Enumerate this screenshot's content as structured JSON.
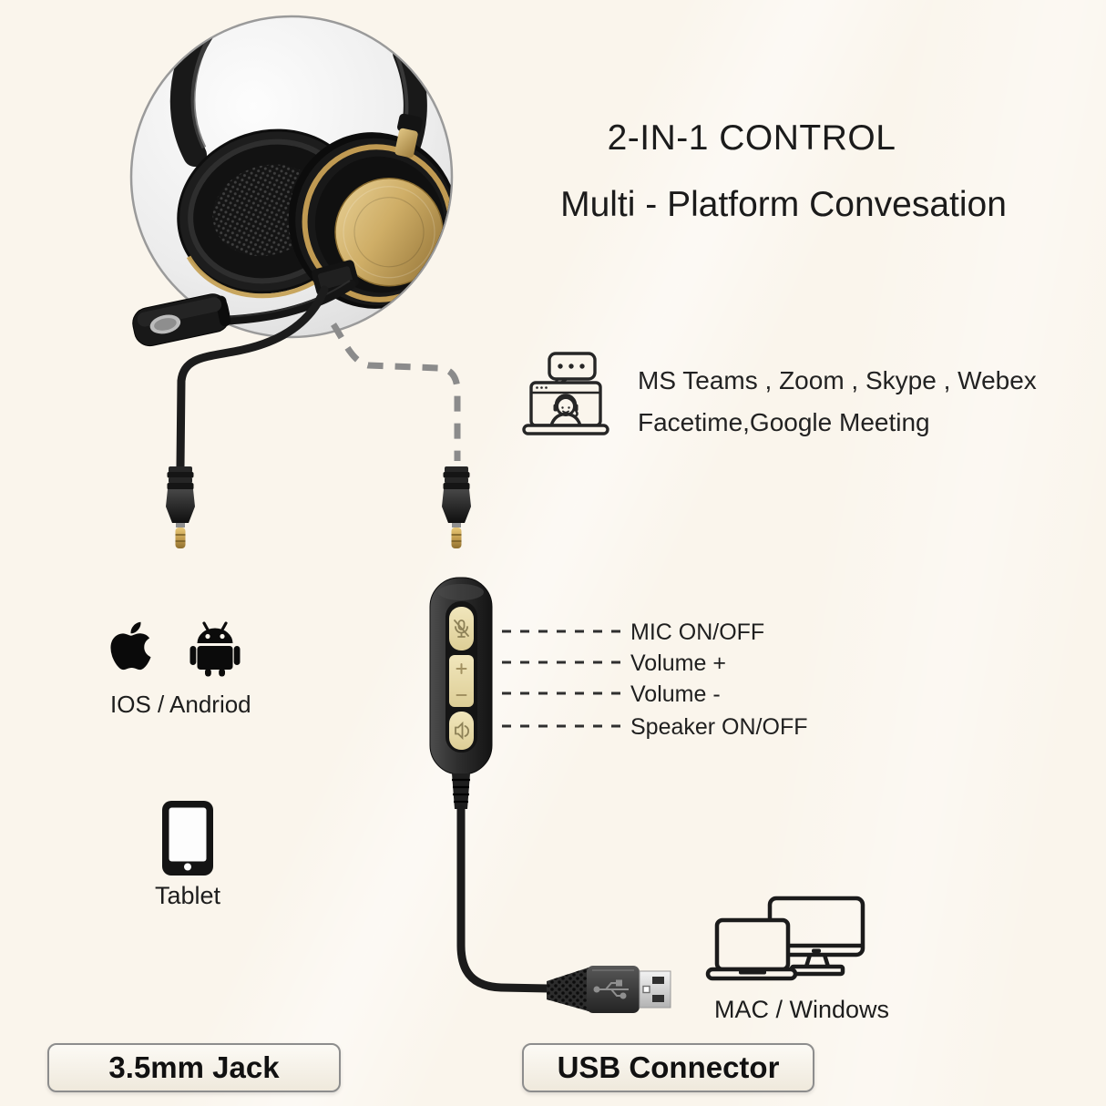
{
  "header": {
    "title": "2-IN-1 CONTROL",
    "subtitle": "Multi - Platform Convesation"
  },
  "platforms": {
    "line1": "MS Teams , Zoom , Skype , Webex",
    "line2": "Facetime,Google Meeting",
    "icon": "video-call-laptop-icon"
  },
  "remote_callouts": {
    "mic": "MIC ON/OFF",
    "volume_up": "Volume +",
    "volume_down": "Volume -",
    "speaker": "Speaker ON/OFF"
  },
  "device_labels": {
    "mobile": "IOS / Andriod",
    "tablet": "Tablet",
    "computer": "MAC / Windows"
  },
  "badges": {
    "jack": "3.5mm Jack",
    "usb": "USB Connector"
  },
  "icons": [
    "headset-photo",
    "video-call-laptop-icon",
    "apple-icon",
    "android-icon",
    "tablet-icon",
    "laptop-icon",
    "monitor-icon",
    "jack-plug-left-icon",
    "jack-plug-right-icon",
    "inline-remote-icon",
    "usb-plug-icon"
  ],
  "colors": {
    "background": "#faf5ec",
    "gold": "#c9a55e",
    "button_gold": "#e9dcab",
    "remote_body": "#2b2b2b",
    "dashed_cable": "#8b8b8b",
    "callout_dash": "#2f2f2f",
    "text": "#1d1d1d",
    "badge_border": "#8d8d8d",
    "circle_stroke": "#9a9a9a"
  }
}
